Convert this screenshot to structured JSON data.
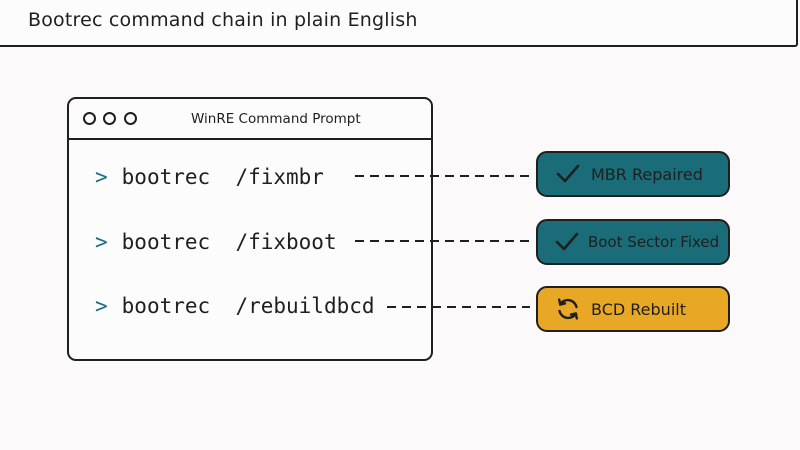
{
  "page": {
    "title": "Bootrec command chain in plain English"
  },
  "window": {
    "title": "WinRE Command Prompt",
    "controls": [
      "circle",
      "circle",
      "circle"
    ]
  },
  "commands": [
    {
      "prompt": ">",
      "text": "bootrec  /fixmbr"
    },
    {
      "prompt": ">",
      "text": "bootrec  /fixboot"
    },
    {
      "prompt": ">",
      "text": "bootrec  /rebuildbcd"
    }
  ],
  "results": [
    {
      "label": "MBR Repaired",
      "icon": "checkmark-icon",
      "color": "#1a6d78"
    },
    {
      "label": "Boot Sector Fixed",
      "icon": "checkmark-icon",
      "color": "#1a6d78"
    },
    {
      "label": "BCD Rebuilt",
      "icon": "refresh-icon",
      "color": "#e8a825"
    }
  ],
  "colors": {
    "prompt": "#1d6e7c",
    "background": "#fbf9f9",
    "ink": "#1f1f1f"
  }
}
